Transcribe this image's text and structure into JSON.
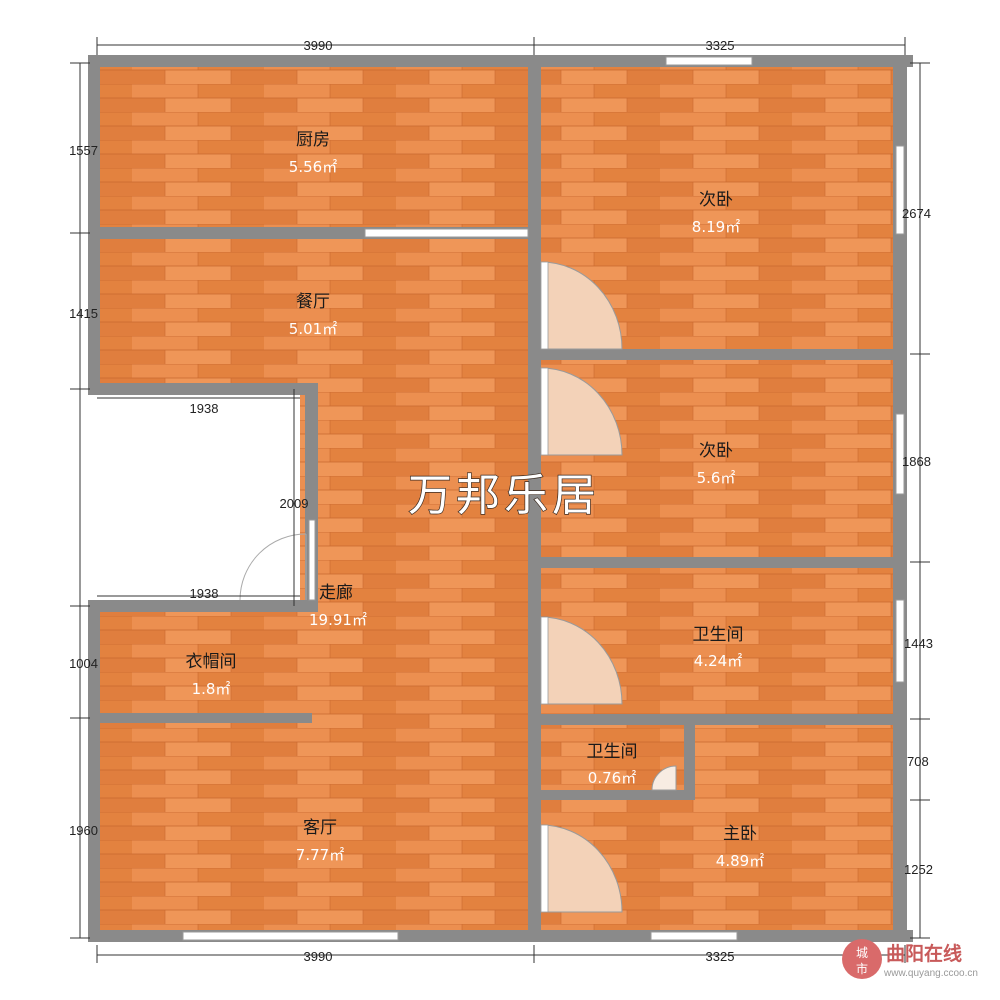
{
  "rooms": {
    "kitchen": {
      "name": "厨房",
      "area": "5.56㎡"
    },
    "bedroom2a": {
      "name": "次卧",
      "area": "8.19㎡"
    },
    "dining": {
      "name": "餐厅",
      "area": "5.01㎡"
    },
    "bedroom2b": {
      "name": "次卧",
      "area": "5.6㎡"
    },
    "corridor": {
      "name": "走廊",
      "area": "19.91㎡"
    },
    "bath1": {
      "name": "卫生间",
      "area": "4.24㎡"
    },
    "cloak": {
      "name": "衣帽间",
      "area": "1.8㎡"
    },
    "bath2": {
      "name": "卫生间",
      "area": "0.76㎡"
    },
    "living": {
      "name": "客厅",
      "area": "7.77㎡"
    },
    "master": {
      "name": "主卧",
      "area": "4.89㎡"
    }
  },
  "dimensions": {
    "top_left": "3990",
    "top_right": "3325",
    "bottom_left": "3990",
    "bottom_right": "3325",
    "left_1": "1557",
    "left_2": "1415",
    "left_3": "1004",
    "left_4": "1960",
    "right_1": "2674",
    "right_2": "1868",
    "right_3": "1443",
    "right_4": "708",
    "right_5": "1252",
    "notch_top": "1938",
    "notch_bottom": "1938",
    "notch_height": "2009"
  },
  "watermark": "万邦乐居",
  "logo": {
    "badge_top": "城",
    "badge_bottom": "市",
    "name": "曲阳在线",
    "url": "www.quyang.ccoo.cn"
  },
  "colors": {
    "floor": "#e8884a",
    "floor_light": "#f0a062",
    "floor_dark": "#d9763a",
    "wall": "#8a8a8a",
    "window": "#ffffff",
    "door_swing": "#f3d2b8"
  }
}
